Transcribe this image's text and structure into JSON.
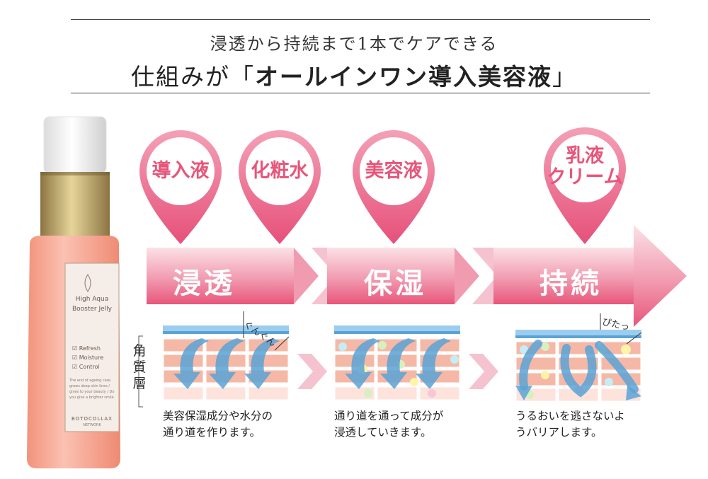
{
  "heading": {
    "line1": "浸透から持続まで1本でケアできる",
    "line2_prefix": "仕組みが「",
    "line2_emphasis": "オールインワン導入美容液",
    "line2_suffix": "」"
  },
  "bottle": {
    "label_line1": "High Aqua",
    "label_line2": "Booster Jelly",
    "checks": [
      "Refresh",
      "Moisture",
      "Control"
    ],
    "small_text": "The end of ageing care. grows deep skin lines / gives to your beauty / Do you give a brighter smile",
    "brand": "BOTOCOLLAX",
    "brand_sub": "NETWORK"
  },
  "pins": [
    {
      "label": "導入液"
    },
    {
      "label": "化粧水"
    },
    {
      "label": "美容液"
    },
    {
      "label_line1": "乳液",
      "label_line2": "クリーム"
    }
  ],
  "phases": [
    "浸透",
    "保湿",
    "持続"
  ],
  "side_label": "角質層",
  "onomatopoeia": {
    "step1": "ぐんぐん",
    "step3": "ぴたっ"
  },
  "steps": [
    {
      "line1": "美容保湿成分や水分の",
      "line2": "通り道を作ります。"
    },
    {
      "line1": "通り道を通って成分が",
      "line2": "浸透していきます。"
    },
    {
      "line1": "うるおいを逃さないよ",
      "line2": "うバリアします。"
    }
  ],
  "colors": {
    "pink": "#e8557a",
    "pink_light": "#f7c9d3",
    "arrow_blue": "#5aa3d6",
    "bottle": "#f6a892",
    "cap": "#b8a064"
  }
}
